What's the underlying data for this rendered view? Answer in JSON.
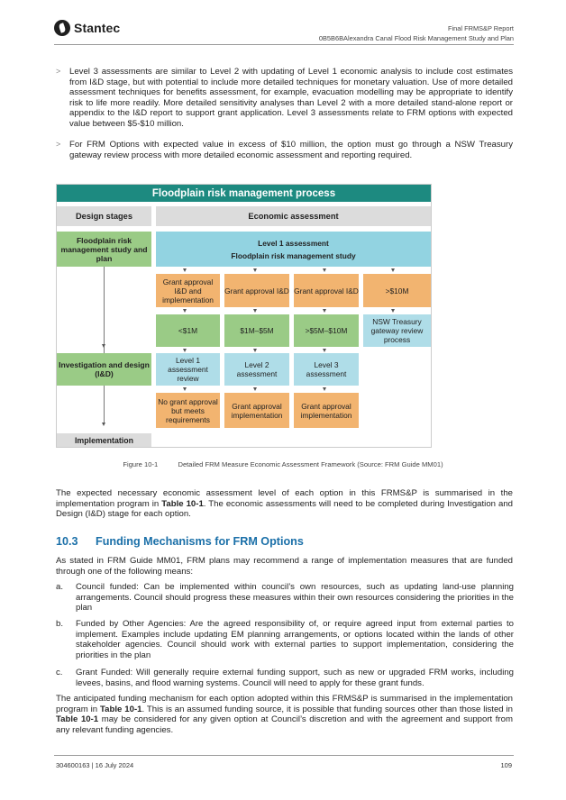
{
  "header": {
    "brand": "Stantec",
    "doc_title": "Final FRMS&P Report",
    "doc_subtitle": "0B5B6BAlexandra Canal Flood Risk Management Study and Plan"
  },
  "bullets": [
    {
      "marker": ">",
      "text": "Level 3 assessments are similar to Level 2 with updating of Level 1 economic analysis to include cost estimates from I&D stage, but with potential to include more detailed techniques for monetary valuation. Use of more detailed assessment techniques for benefits assessment, for example, evacuation modelling may be appropriate to identify risk to life more readily. More detailed sensitivity analyses than Level 2 with a more detailed stand-alone report or appendix to the I&D report to support grant application. Level 3 assessments relate to FRM options with expected value between $5-$10 million."
    },
    {
      "marker": ">",
      "text": "For FRM Options with expected value in excess of $10 million, the option must go through a NSW Treasury gateway review process with more detailed economic assessment and reporting required."
    }
  ],
  "figure": {
    "title": "Floodplain risk management process",
    "col_design": "Design stages",
    "col_econ": "Economic assessment",
    "stage_study": "Floodplain risk management study and plan",
    "stage_id": "Investigation and design (I&D)",
    "stage_impl": "Implementation",
    "level1_line1": "Level 1 assessment",
    "level1_line2": "Floodplain risk management study",
    "row_approval": [
      "Grant approval I&D and implementation",
      "Grant approval I&D",
      "Grant approval I&D",
      ">$10M"
    ],
    "row_value": [
      "<$1M",
      "$1M–$5M",
      ">$5M–$10M",
      "NSW Treasury gateway review process"
    ],
    "row_assess": [
      "Level 1 assessment review",
      "Level 2 assessment",
      "Level 3 assessment"
    ],
    "row_result": [
      "No grant approval but meets requirements",
      "Grant approval implementation",
      "Grant approval implementation"
    ]
  },
  "caption": {
    "label": "Figure 10-1",
    "text": "Detailed FRM Measure Economic Assessment Framework (Source: FRM Guide MM01)"
  },
  "para1": {
    "pre": "The expected necessary economic assessment level of each option in this FRMS&P is summarised in the implementation program in ",
    "ref": "Table 10-1",
    "post": ". The economic assessments will need to be completed during Investigation and Design (I&D) stage for each option."
  },
  "section": {
    "number": "10.3",
    "title": "Funding Mechanisms for FRM Options"
  },
  "para2": "As stated in FRM Guide MM01, FRM plans may recommend a range of implementation measures that are funded through one of the following means:",
  "list": [
    {
      "marker": "a.",
      "text": "Council funded: Can be implemented within council’s own resources, such as updating land-use planning arrangements. Council should progress these measures within their own resources considering the priorities in the plan"
    },
    {
      "marker": "b.",
      "text": "Funded by Other Agencies: Are the agreed responsibility of, or require agreed input from external parties to implement. Examples include updating EM planning arrangements, or options located within the lands of other stakeholder agencies. Council should work with external parties to support implementation, considering the priorities in the plan"
    },
    {
      "marker": "c.",
      "text": "Grant Funded: Will generally require external funding support, such as new or upgraded FRM works, including levees, basins, and flood warning systems. Council will need to apply for these grant funds."
    }
  ],
  "para3": {
    "pre": "The anticipated funding mechanism for each option adopted within this FRMS&P is summarised in the implementation program in ",
    "ref1": "Table 10-1",
    "mid": ". This is an assumed funding source, it is possible that funding sources other than those listed in ",
    "ref2": "Table 10-1",
    "post": " may be considered for any given option at Council’s discretion and with the agreement and support from any relevant funding agencies."
  },
  "footer": {
    "left": "304600163 | 16 July 2024",
    "right": "109"
  }
}
